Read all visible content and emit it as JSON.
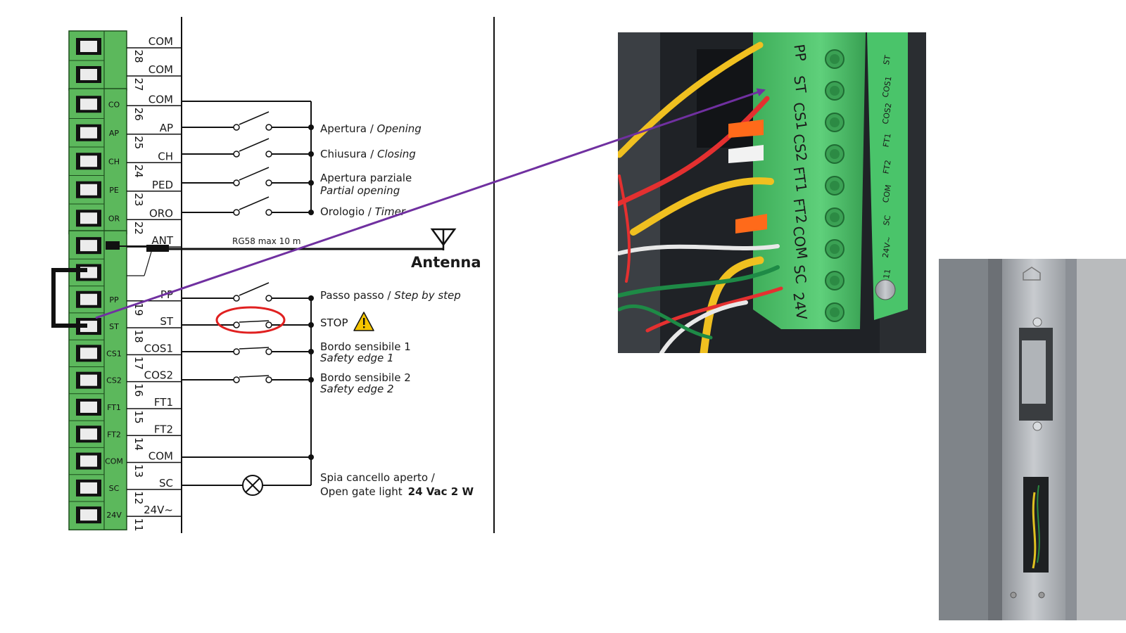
{
  "diagram": {
    "top_block": [
      {
        "num": "28",
        "label": "COM"
      },
      {
        "num": "27",
        "label": "COM"
      }
    ],
    "mid_block": [
      {
        "code": "CO",
        "num": "26",
        "label": "COM"
      },
      {
        "code": "AP",
        "num": "25",
        "label": "AP"
      },
      {
        "code": "CH",
        "num": "24",
        "label": "CH"
      },
      {
        "code": "PE",
        "num": "23",
        "label": "PED"
      },
      {
        "code": "OR",
        "num": "22",
        "label": "ORO"
      }
    ],
    "bottom_block": [
      {
        "code": "",
        "num": "",
        "label": "ANT"
      },
      {
        "code": "",
        "num": "",
        "label": ""
      },
      {
        "code": "PP",
        "num": "19",
        "label": "PP"
      },
      {
        "code": "ST",
        "num": "18",
        "label": "ST"
      },
      {
        "code": "CS1",
        "num": "17",
        "label": "COS1"
      },
      {
        "code": "CS2",
        "num": "16",
        "label": "COS2"
      },
      {
        "code": "FT1",
        "num": "15",
        "label": "FT1"
      },
      {
        "code": "FT2",
        "num": "14",
        "label": "FT2"
      },
      {
        "code": "COM",
        "num": "13",
        "label": "COM"
      },
      {
        "code": "SC",
        "num": "12",
        "label": "SC"
      },
      {
        "code": "24V",
        "num": "11",
        "label": "24V~"
      }
    ],
    "descriptions": {
      "opening_it": "Apertura / ",
      "opening_en": "Opening",
      "closing_it": "Chiusura / ",
      "closing_en": "Closing",
      "partial_it": "Apertura parziale",
      "partial_en": "Partial opening",
      "timer_it": "Orologio / ",
      "timer_en": "Timer",
      "cable": "RG58 max 10 m",
      "antenna": "Antenna",
      "step_it": "Passo passo / ",
      "step_en": "Step by step",
      "stop": "STOP",
      "edge1_it": "Bordo sensibile 1",
      "edge1_en": "Safety edge 1",
      "edge2_it": "Bordo sensibile 2",
      "edge2_en": "Safety edge 2",
      "light_it": "Spia cancello aperto /",
      "light_en": "Open gate light",
      "light_spec": "24 Vac 2 W"
    }
  },
  "photo_terminals": {
    "plug_labels": [
      "PP",
      "ST",
      "CS1",
      "CS2",
      "FT1",
      "FT2",
      "COM",
      "SC",
      "24V"
    ],
    "board_labels": [
      "ST",
      "COS1",
      "COS2",
      "FT1",
      "FT2",
      "COM",
      "SC",
      "24V~",
      "11"
    ]
  },
  "colors": {
    "terminal_green": "#5cb85c",
    "arrow_purple": "#7030a0",
    "highlight_red": "#e02020",
    "warning_yellow": "#f5c400"
  }
}
